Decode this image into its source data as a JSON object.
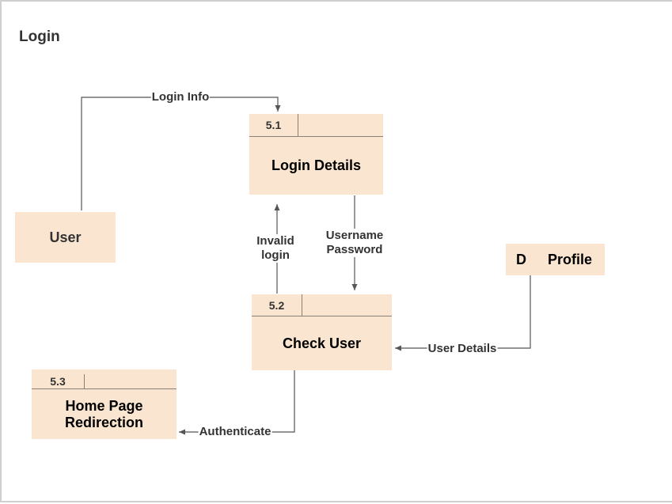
{
  "diagram": {
    "title": "Login",
    "colors": {
      "box_fill": "#fae6d0",
      "line": "#555555",
      "divider": "#8a8076"
    },
    "nodes": {
      "user": {
        "label": "User"
      },
      "login_details": {
        "number": "5.1",
        "title": "Login Details"
      },
      "check_user": {
        "number": "5.2",
        "title": "Check User"
      },
      "home_page": {
        "number": "5.3",
        "title_line1": "Home Page",
        "title_line2": "Redirection"
      },
      "profile_store": {
        "id": "D",
        "name": "Profile"
      }
    },
    "flows": {
      "login_info": "Login Info",
      "invalid_login_line1": "Invalid",
      "invalid_login_line2": "login",
      "username_password_line1": "Username",
      "username_password_line2": "Password",
      "user_details": "User Details",
      "authenticate": "Authenticate"
    }
  }
}
